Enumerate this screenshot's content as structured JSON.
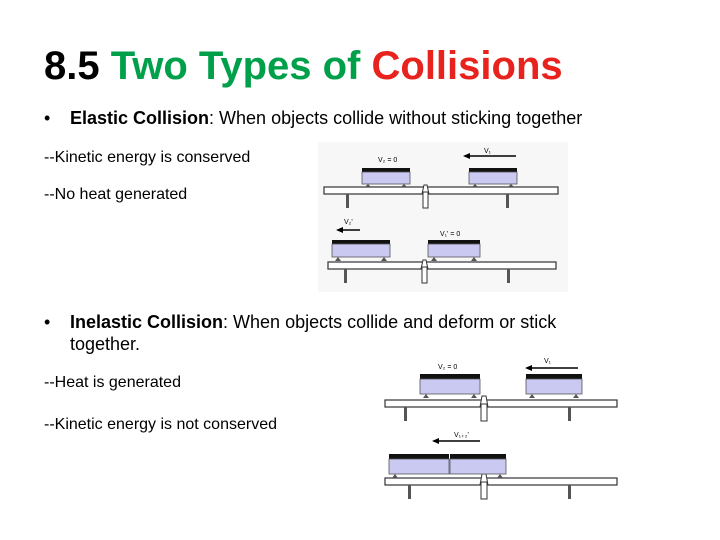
{
  "title": {
    "number": "8.5",
    "part1": "Two Types of",
    "part2": "Collisions"
  },
  "colors": {
    "title_green": "#00a04a",
    "title_red": "#e8231d",
    "cart_body": "#c9c9f2",
    "cart_top": "#111111"
  },
  "elastic": {
    "bullet": "•",
    "term": "Elastic Collision",
    "definition": ": When objects collide without sticking together",
    "points": [
      "--Kinetic energy is conserved",
      "--No heat generated"
    ],
    "diagram": {
      "before_left_label": "V₂ = 0",
      "before_right_label": "V₁",
      "after_left_label": "V₂'",
      "after_right_label": "V₁' = 0"
    }
  },
  "inelastic": {
    "bullet": "•",
    "term": "Inelastic Collision",
    "definition_line1": ":  When objects collide and deform or stick",
    "definition_line2": "together.",
    "points": [
      "--Heat is generated",
      "--Kinetic energy is not conserved"
    ],
    "diagram": {
      "before_left_label": "V₂ = 0",
      "before_right_label": "V₁",
      "after_label": "V₁₊₂'"
    }
  }
}
